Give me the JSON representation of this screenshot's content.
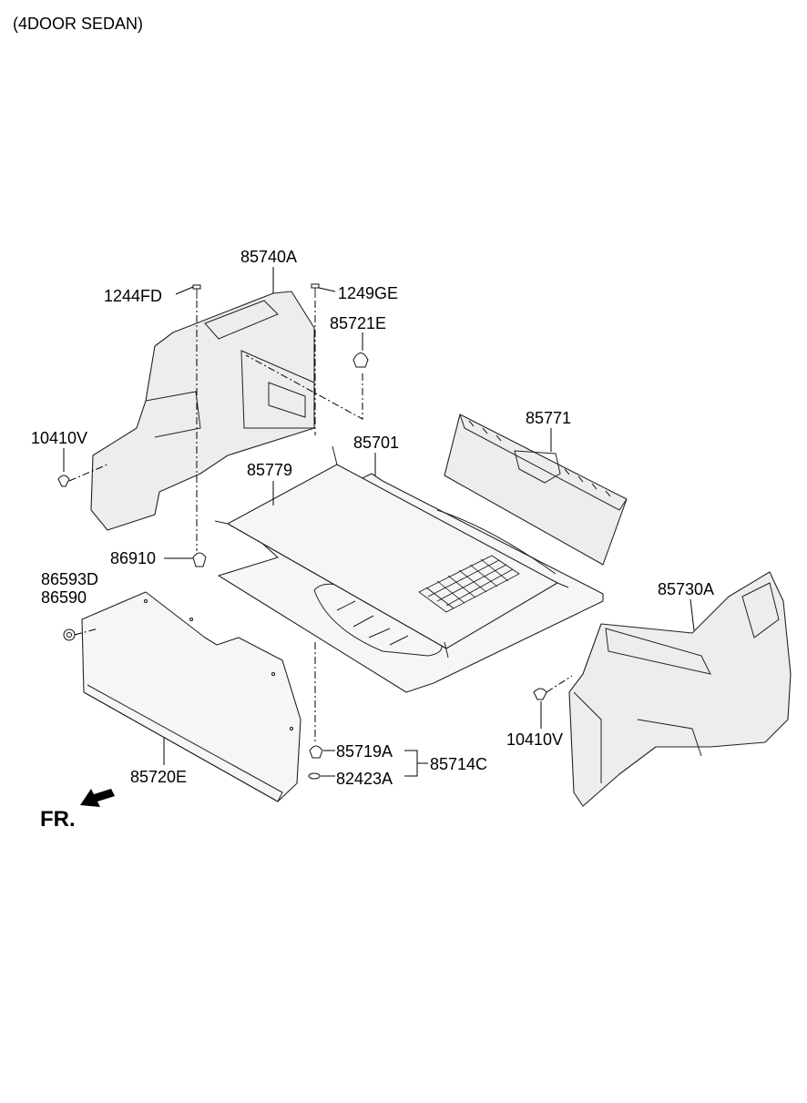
{
  "header": {
    "variant": "(4DOOR SEDAN)"
  },
  "direction": {
    "label": "FR."
  },
  "parts": {
    "p85740A": "85740A",
    "p1244FD": "1244FD",
    "p1249GE": "1249GE",
    "p85721E": "85721E",
    "p10410V_left": "10410V",
    "p85771": "85771",
    "p85701": "85701",
    "p85779": "85779",
    "p86910": "86910",
    "p86593D": "86593D",
    "p86590": "86590",
    "p85730A": "85730A",
    "p10410V_right": "10410V",
    "p85719A": "85719A",
    "p82423A": "82423A",
    "p85714C": "85714C",
    "p85720E": "85720E"
  }
}
